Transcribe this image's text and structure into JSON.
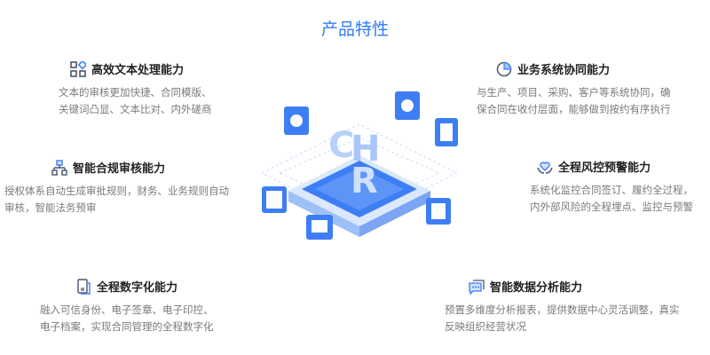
{
  "title": "产品特性",
  "features": [
    {
      "title": "高效文本处理能力",
      "desc": [
        "文本的审核更加快捷、合同模版、",
        "关键词凸显、文本比对、内外磋商"
      ],
      "icon": "grid-icon"
    },
    {
      "title": "智能合规审核能力",
      "desc": [
        "授权体系自动生成审批规则，财务、业务规则自动",
        "审核，智能法务预审"
      ],
      "icon": "org-chart-icon"
    },
    {
      "title": "全程数字化能力",
      "desc": [
        "融入可信身份、电子签章、电子印控、",
        "电子档案，实现合同管理的全程数字化"
      ],
      "icon": "document-icon"
    },
    {
      "title": "业务系统协同能力",
      "desc": [
        "与生产、项目、采购、客户等系统协同，确",
        "保合同在收付层面，能够做到按约有序执行"
      ],
      "icon": "pie-chart-icon"
    },
    {
      "title": "全程风控预警能力",
      "desc": [
        "系统化监控合同签订、履约全过程，",
        "内外部风险的全程埋点、监控与预警"
      ],
      "icon": "heart-hands-icon"
    },
    {
      "title": "智能数据分析能力",
      "desc": [
        "预置多维度分析报表，提供数据中心灵活调整，真实",
        "反映组织经营状况"
      ],
      "icon": "chat-icon"
    }
  ],
  "illustration_letters": [
    "C",
    "H",
    "R"
  ]
}
